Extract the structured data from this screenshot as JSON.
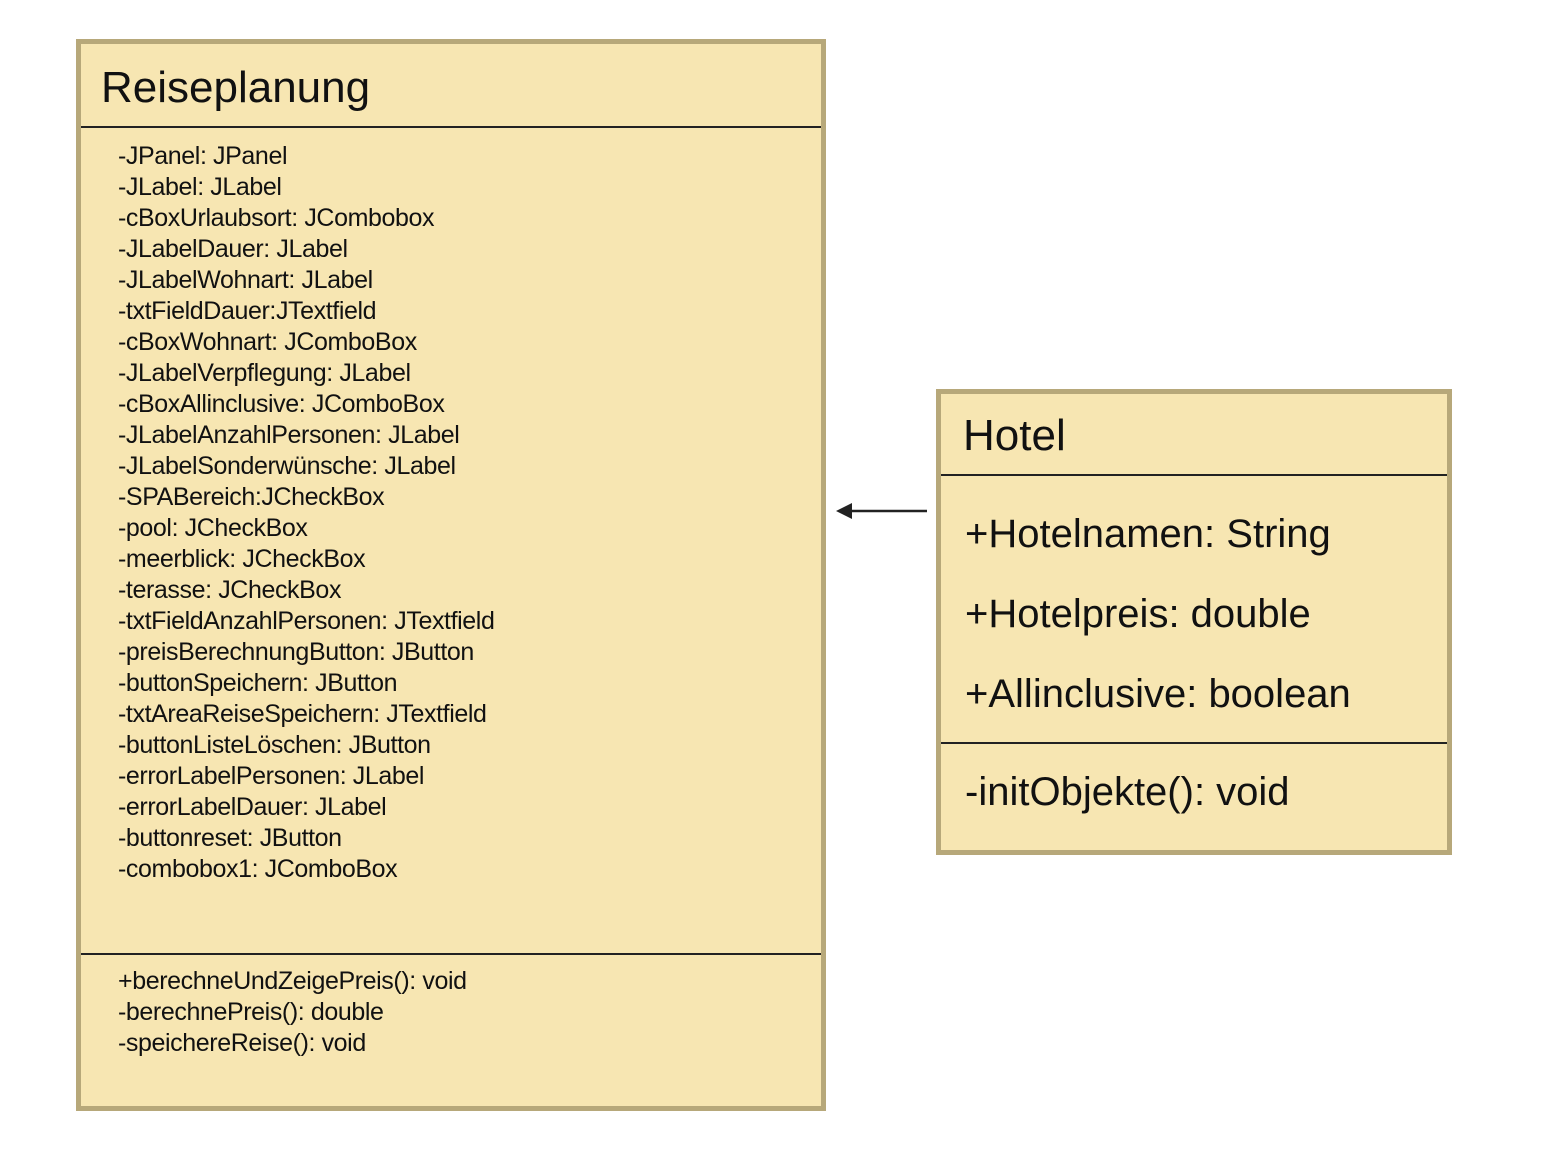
{
  "classes": {
    "reiseplanung": {
      "name": "Reiseplanung",
      "attributes": [
        "-JPanel: JPanel",
        "-JLabel: JLabel",
        "-cBoxUrlaubsort: JCombobox",
        "-JLabelDauer: JLabel",
        "-JLabelWohnart: JLabel",
        "-txtFieldDauer:JTextfield",
        "-cBoxWohnart: JComboBox",
        "-JLabelVerpflegung: JLabel",
        "-cBoxAllinclusive: JComboBox",
        "-JLabelAnzahlPersonen: JLabel",
        "-JLabelSonderwünsche: JLabel",
        "-SPABereich:JCheckBox",
        "-pool: JCheckBox",
        "-meerblick: JCheckBox",
        "-terasse: JCheckBox",
        "-txtFieldAnzahlPersonen: JTextfield",
        "-preisBerechnungButton: JButton",
        "-buttonSpeichern: JButton",
        "-txtAreaReiseSpeichern: JTextfield",
        "-buttonListeLöschen: JButton",
        "-errorLabelPersonen: JLabel",
        "-errorLabelDauer: JLabel",
        "-buttonreset: JButton",
        "-combobox1: JComboBox"
      ],
      "methods": [
        "+berechneUndZeigePreis(): void",
        "-berechnePreis(): double",
        "-speichereReise(): void"
      ]
    },
    "hotel": {
      "name": "Hotel",
      "attributes": [
        "+Hotelnamen: String",
        "+Hotelpreis: double",
        "+Allinclusive: boolean"
      ],
      "methods": [
        "-initObjekte(): void"
      ]
    }
  },
  "colors": {
    "class_fill": "#f7e6b2",
    "class_border": "#b7a87a",
    "line": "#222222"
  }
}
